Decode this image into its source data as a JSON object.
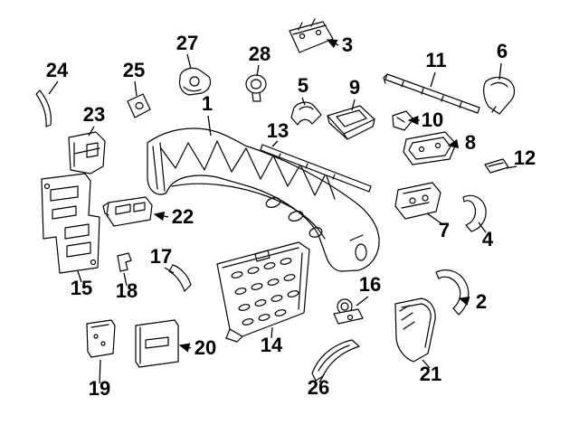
{
  "figure": {
    "type": "parts-diagram",
    "colors": {
      "background": "#ffffff",
      "line": "#000000",
      "label": "#000000"
    },
    "callouts": [
      {
        "label": "1"
      },
      {
        "label": "2"
      },
      {
        "label": "3"
      },
      {
        "label": "4"
      },
      {
        "label": "5"
      },
      {
        "label": "6"
      },
      {
        "label": "7"
      },
      {
        "label": "8"
      },
      {
        "label": "9"
      },
      {
        "label": "10"
      },
      {
        "label": "11"
      },
      {
        "label": "12"
      },
      {
        "label": "13"
      },
      {
        "label": "14"
      },
      {
        "label": "15"
      },
      {
        "label": "16"
      },
      {
        "label": "17"
      },
      {
        "label": "18"
      },
      {
        "label": "19"
      },
      {
        "label": "20"
      },
      {
        "label": "21"
      },
      {
        "label": "22"
      },
      {
        "label": "23"
      },
      {
        "label": "24"
      },
      {
        "label": "25"
      },
      {
        "label": "26"
      },
      {
        "label": "27"
      },
      {
        "label": "28"
      }
    ]
  }
}
